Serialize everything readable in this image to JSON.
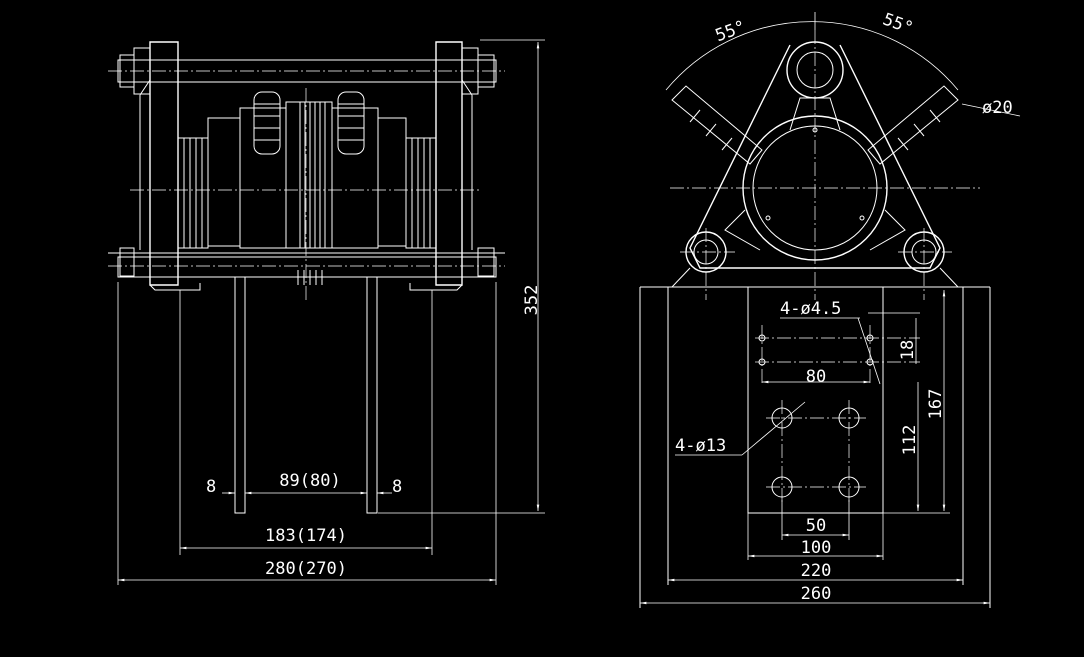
{
  "dimensions": {
    "side": {
      "height": "352",
      "gap_left": "8",
      "gap_right": "8",
      "inner": "89(80)",
      "mid": "183(174)",
      "outer": "280(270)"
    },
    "front": {
      "angle_left": "55°",
      "angle_right": "55°",
      "nozzle_dia": "ø20",
      "small_holes": "4-ø4.5",
      "small_v": "18",
      "small_h": "80",
      "large_holes": "4-ø13",
      "h112": "112",
      "h167": "167",
      "w50": "50",
      "w100": "100",
      "w220": "220",
      "w260": "260"
    }
  },
  "colors": {
    "line": "#ffffff",
    "background": "#000000"
  }
}
